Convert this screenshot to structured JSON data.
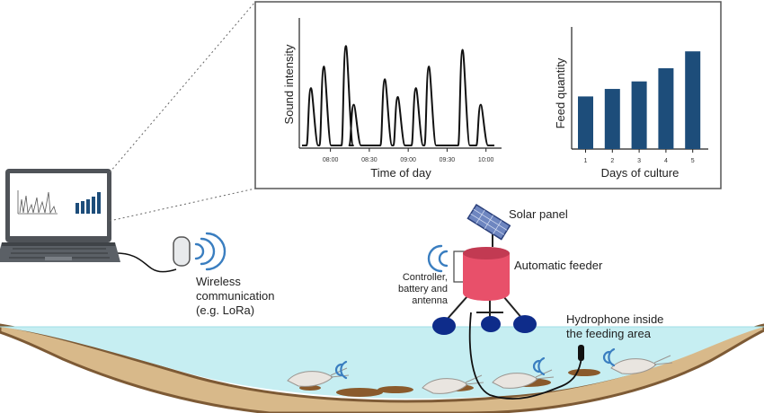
{
  "colors": {
    "water": "#c6eef2",
    "sediment": "#d8b98a",
    "sediment_edge": "#7d5a35",
    "feeder_body": "#e8506a",
    "feeder_dark": "#c23a52",
    "float": "#0e2c8a",
    "signal": "#3a7ec0",
    "bar": "#1d4d7a",
    "laptop": "#555a60"
  },
  "labels": {
    "solar_panel": "Solar panel",
    "automatic_feeder": "Automatic feeder",
    "controller": [
      "Controller,",
      "battery and",
      "antenna"
    ],
    "wireless": [
      "Wireless",
      "communication",
      "(e.g. LoRa)"
    ],
    "hydrophone": [
      "Hydrophone inside",
      "the feeding area"
    ]
  },
  "chart_data": [
    {
      "type": "line",
      "xlabel": "Time of day",
      "ylabel": "Sound intensity",
      "xticks": [
        "08:00",
        "08:30",
        "09:00",
        "09:30",
        "10:00"
      ],
      "peaks": [
        {
          "x": "07:45",
          "y": 0.45
        },
        {
          "x": "07:55",
          "y": 0.62
        },
        {
          "x": "08:12",
          "y": 0.78
        },
        {
          "x": "08:18",
          "y": 0.32
        },
        {
          "x": "08:42",
          "y": 0.52
        },
        {
          "x": "08:52",
          "y": 0.38
        },
        {
          "x": "09:06",
          "y": 0.45
        },
        {
          "x": "09:16",
          "y": 0.62
        },
        {
          "x": "09:42",
          "y": 0.75
        },
        {
          "x": "09:56",
          "y": 0.32
        }
      ]
    },
    {
      "type": "bar",
      "xlabel": "Days of culture",
      "ylabel": "Feed quantity",
      "categories": [
        "1",
        "2",
        "3",
        "4",
        "5"
      ],
      "values": [
        2.8,
        3.2,
        3.6,
        4.3,
        5.2
      ],
      "ylim": [
        0,
        6.5
      ]
    }
  ]
}
